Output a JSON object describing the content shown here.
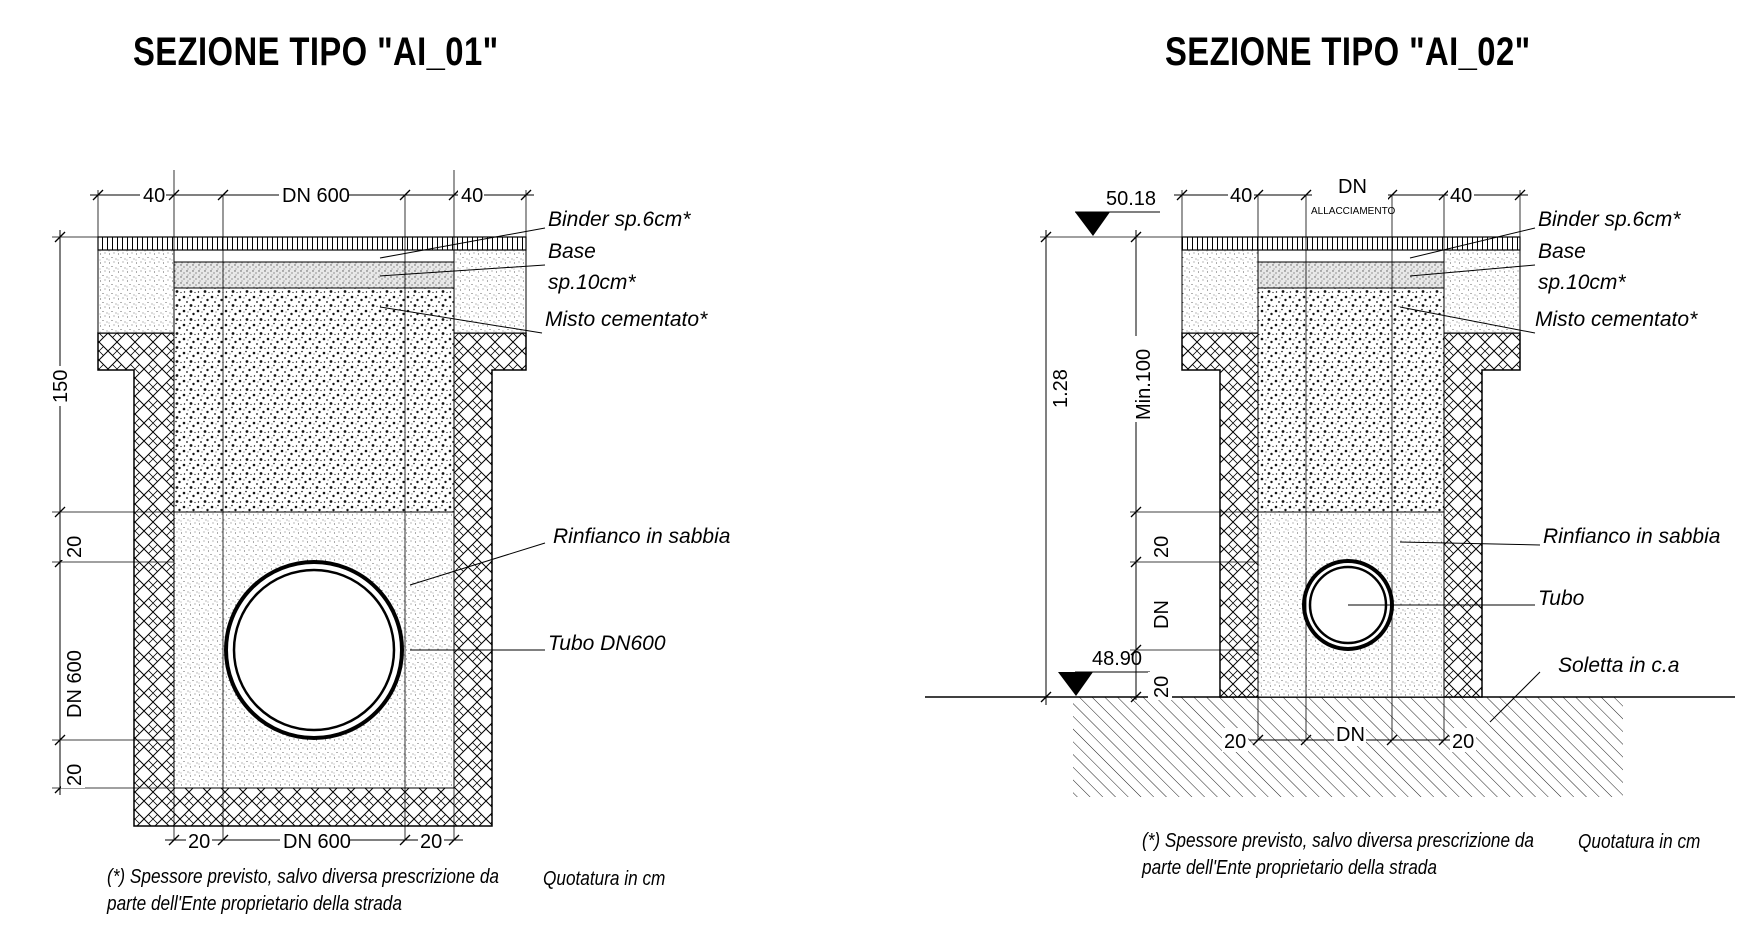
{
  "titles": {
    "left": "SEZIONE TIPO \"AI_01\"",
    "right": "SEZIONE TIPO \"AI_02\""
  },
  "left": {
    "dims": {
      "top_left": "40",
      "top_mid": "DN 600",
      "top_right": "40",
      "height": "150",
      "gap_top": "20",
      "pipe": "DN 600",
      "gap_bottom": "20",
      "bottom_left": "20",
      "bottom_mid": "DN 600",
      "bottom_right": "20"
    },
    "labels": {
      "binder": "Binder sp.6cm*",
      "base_line1": "Base",
      "base_line2": "sp.10cm*",
      "misto": "Misto cementato*",
      "rinfianco": "Rinfianco in sabbia",
      "tubo": "Tubo DN600"
    },
    "note_line1": "(*) Spessore previsto, salvo diversa prescrizione da",
    "note_line2": "parte dell'Ente proprietario della strada",
    "quotatura": "Quotatura in cm"
  },
  "right": {
    "dims": {
      "top_left": "40",
      "top_mid": "DN",
      "top_mid_sub": "ALLACCIAMENTO",
      "top_right": "40",
      "level_top": "50.18",
      "level_bottom": "48.90",
      "total": "1.28",
      "min": "Min.100",
      "gap_top": "20",
      "pipe": "DN",
      "gap_bottom": "20",
      "bottom_left": "20",
      "bottom_mid": "DN",
      "bottom_right": "20"
    },
    "labels": {
      "binder": "Binder sp.6cm*",
      "base_line1": "Base",
      "base_line2": "sp.10cm*",
      "misto": "Misto cementato*",
      "rinfianco": "Rinfianco in sabbia",
      "tubo": "Tubo",
      "soletta": "Soletta in c.a"
    },
    "note_line1": "(*) Spessore previsto, salvo diversa prescrizione da",
    "note_line2": "parte dell'Ente proprietario della strada",
    "quotatura": "Quotatura in cm"
  }
}
